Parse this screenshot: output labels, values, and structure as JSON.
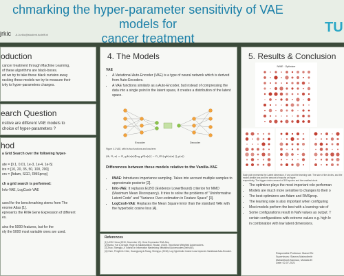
{
  "header": {
    "title_line1": "chmarking the hyper-parameter sensitivity of VAE models for",
    "title_line2": "cancer treatment",
    "author": "jrkic",
    "email": "A.Jurkic@student.tudelft.nl",
    "logo_text": "TU"
  },
  "intro": {
    "heading": "oduction",
    "lines": [
      "cancer treatment through Machine Learning,",
      "of these algorithms are black-boxes.",
      "ed we try to take these black curtains away",
      "racking these models we try to measure their",
      "ivity to hyper-parameters changes."
    ]
  },
  "research": {
    "heading": "earch Question",
    "lines": [
      "nsitive are different VAE models to",
      "choice of hyper-parameters ?"
    ]
  },
  "method": {
    "heading": "hod",
    "intro": "a Grid Search over the following hyper-",
    "params": [
      "ate = [0.1, 0.01, 1e-3, 1e-4, 1e-5]",
      "ize = [10, 20, 35, 50, 100, 200]",
      "ers = [Adam, SGD, RMSprop]"
    ],
    "grid_label": "ch a grid search is performed:",
    "models": [
      "Info-VAE, LogCosh-VAE"
    ],
    "body": [
      "used for the benchmarking stems from The",
      "enome Atlas [1].",
      "epresents the RNA Gene Expression of different",
      "es.",
      "",
      "ains the 5000 features, but for the",
      "nly the 5000 most variable ones are used."
    ]
  },
  "models": {
    "heading": "4. The Models",
    "vae_label": "VAE",
    "vae_bullets": [
      "A Variational Auto-Encoder (VAE) is a type of neural network which is derived from Auto-Encoders.",
      "A VAE functions similarly as a Auto-Encoder, but instead of compressing the data into a single point in the latent space, it creates a distribution of the latent space."
    ],
    "encoder_label": "Encoder",
    "decoder_label": "Decoder",
    "figure_caption": "Figure 4.1 VAE, with its two functions and loss term",
    "formula": "(Φ, θ; x) = E_qΦ(z|x)[log pθ(x|z)] − D_KL(qΦ(z|x) || p(z))",
    "diff_heading": "Differences between these models relative to the Vanilla-VAE",
    "diff_items": [
      {
        "name": "IWAE",
        "text": "Introduces importance sampling. Takes into account multiple samples to approximate posterior [2]."
      },
      {
        "name": "Info-VAE",
        "text": "It replaces ELBO (Evidence LowerBound) criterion for MMD (Maximum Mean Discrepancy). It tries to solve the problems of \"Uninformative Latent Code\" and \"Variance Over-estimation in Feature Space\" [3]."
      },
      {
        "name": "LogCosh-VAE",
        "text": "Replaces the Mean Square Error than the standard VAE with the hyperbolic cosine loss [4]."
      }
    ]
  },
  "references": {
    "heading": "References",
    "items": [
      "[1] UCSC Xena (2019, December 19). Gene Expression RNA-Seq.",
      "[2] Burda, Yuri & Grosse, Roger & Salakhutdinov, Ruslan. (2015). Importance Weighted Autoencoders.",
      "[3] Zhao, Shengjia. A Tutorial on Information Maximizing Variational Autoencoders (InfoVAE).",
      "[4] Chen, Pengfei & Chen, Guangyong & Zhang, Shengyu. (2018). Log Hyperbolic Cosine Loss Improves Variational Auto-Encoder."
    ]
  },
  "results": {
    "heading": "5. Results & Conclusion",
    "chart_top_title": "IWAE · Optimizer",
    "chart_caption": [
      "Each plot represents the Latent dimension. If any and the learning rate. The size of the circles, and the model-similar loss and the amount of epochs an hyper-",
      "respectively. The bigger circles amount of 300 epochs and the smallest circle."
    ],
    "conclusions": [
      "The optimizer plays the most important role performan",
      "Models are much more sensitive to changes to their o",
      "The best optimizers are Adam and RMSprop.",
      "The learning rate is also important when configuring",
      "Most models perform the best with a learning rate of",
      "Some configurations result in NaN values as output. T",
      "certain configurations with extreme values e.g. high le",
      "in combination with low latent dimensions."
    ],
    "footer": [
      "Responsible Professor: Marcel Re",
      "Supervisors: Stavros Makrodimitr",
      "Mahanthosh Kannaul, Mostafa El",
      "Date: 02-07-2021"
    ]
  },
  "colors": {
    "background": "#3b4a3a",
    "title": "#1a7fa8",
    "accent": "#1a7fa8",
    "logo": "#2aa7c6",
    "bubble": "#c0392b"
  }
}
